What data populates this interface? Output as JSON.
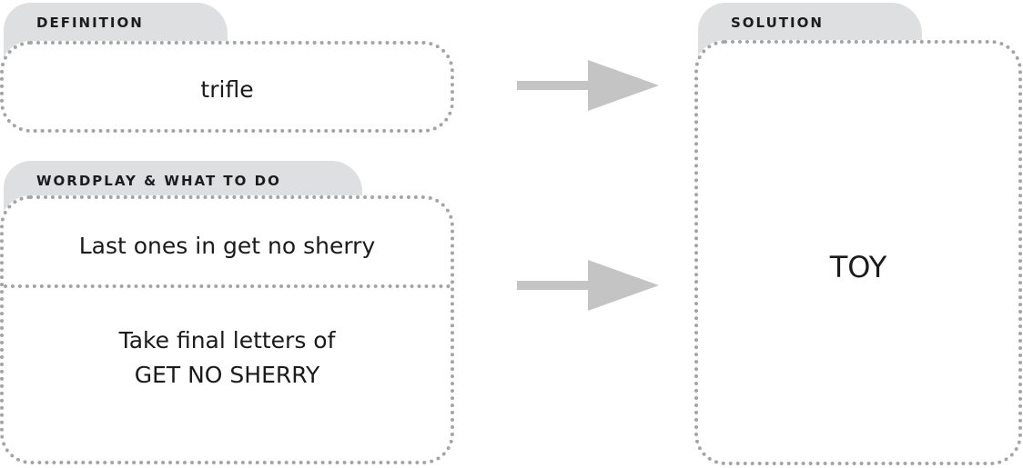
{
  "definition": {
    "tab_label": "DEFINITION",
    "text": "trifle"
  },
  "wordplay": {
    "tab_label": "WORDPLAY & WHAT TO DO",
    "clue": "Last ones in get no sherry",
    "instruction_line1": "Take final letters of",
    "instruction_line2": "GET NO SHERRY"
  },
  "solution": {
    "tab_label": "SOLUTION",
    "text": "TOY"
  },
  "colors": {
    "tab_fill": "#dedfe0",
    "dotted_border": "#a4a4a4",
    "arrow": "#c4c4c4",
    "text": "#1a1a1a"
  }
}
